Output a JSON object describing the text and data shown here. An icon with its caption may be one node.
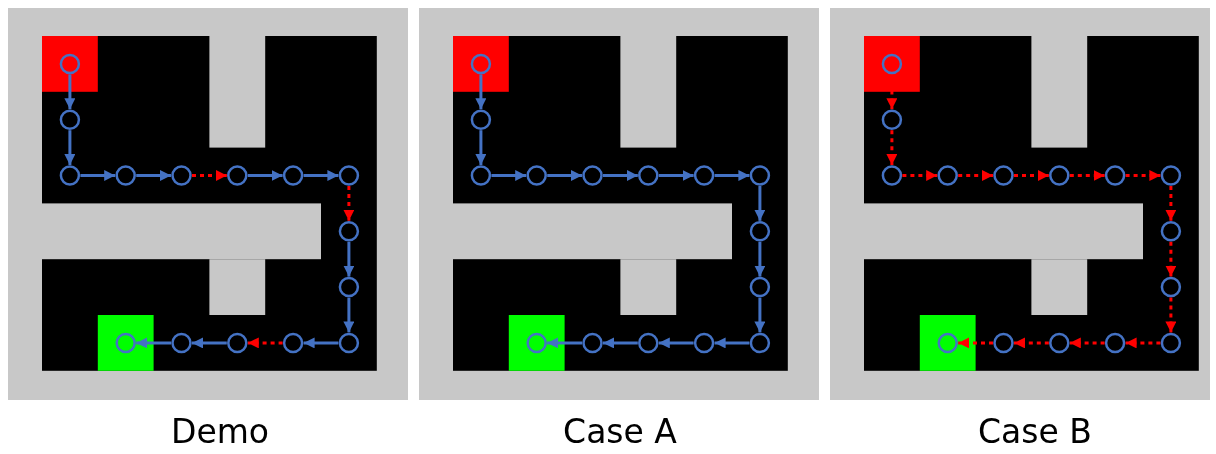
{
  "diagram": {
    "nodes": [
      {
        "text": [],
        "shape": "circle"
      },
      {
        "text": [],
        "shape": "circle"
      },
      {
        "text": [],
        "shape": "circle"
      },
      {
        "text": [],
        "shape": "circle"
      },
      {
        "text": [],
        "shape": "circle"
      },
      {
        "text": [],
        "shape": "circle"
      },
      {
        "text": [],
        "shape": "circle"
      },
      {
        "text": [],
        "shape": "circle"
      },
      {
        "text": [],
        "shape": "circle"
      },
      {
        "text": [],
        "shape": "circle"
      },
      {
        "text": [],
        "shape": "circle"
      },
      {
        "text": [],
        "shape": "circle"
      },
      {
        "text": [],
        "shape": "circle"
      },
      {
        "text": [],
        "shape": "circle"
      },
      {
        "text": [],
        "shape": "circle"
      },
      {
        "text": [],
        "shape": "circle"
      },
      {
        "text": [],
        "shape": "circle"
      },
      {
        "text": [],
        "shape": "circle"
      },
      {
        "text": [],
        "shape": "circle"
      },
      {
        "text": [],
        "shape": "circle"
      },
      {
        "text": [],
        "shape": "circle"
      },
      {
        "text": [],
        "shape": "circle"
      },
      {
        "text": [],
        "shape": "circle"
      },
      {
        "text": [],
        "shape": "circle"
      },
      {
        "text": [],
        "shape": "circle"
      },
      {
        "text": [],
        "shape": "circle"
      },
      {
        "text": [],
        "shape": "circle"
      },
      {
        "text": [],
        "shape": "circle"
      },
      {
        "text": [],
        "shape": "circle"
      },
      {
        "text": [],
        "shape": "circle"
      },
      {
        "text": [],
        "shape": "circle"
      },
      {
        "text": [],
        "shape": "circle"
      },
      {
        "text": [],
        "shape": "circle"
      },
      {
        "text": [],
        "shape": "circle"
      },
      {
        "text": [],
        "shape": "circle"
      },
      {
        "text": [],
        "shape": "circle"
      },
      {
        "text": [],
        "shape": "circle"
      },
      {
        "text": [],
        "shape": "circle"
      },
      {
        "text": [],
        "shape": "circle"
      },
      {
        "text": [],
        "shape": "circle"
      },
      {
        "text": [],
        "shape": "circle"
      },
      {
        "text": [],
        "shape": "circle"
      },
      {
        "text": [],
        "shape": "circle"
      },
      {
        "text": [],
        "shape": "circle"
      },
      {
        "text": [],
        "shape": "circle"
      }
    ],
    "edges": [
      {
        "from": 0,
        "to": 1,
        "arrow": "to"
      },
      {
        "from": 1,
        "to": 2,
        "arrow": "to"
      },
      {
        "from": 2,
        "to": 3,
        "arrow": "to"
      },
      {
        "from": 3,
        "to": 4,
        "arrow": "to"
      },
      {
        "from": 4,
        "to": 5,
        "arrow": "to",
        "style": "dashed",
        "color": "#ff0000"
      },
      {
        "from": 5,
        "to": 6,
        "arrow": "to"
      },
      {
        "from": 6,
        "to": 7,
        "arrow": "to"
      },
      {
        "from": 7,
        "to": 8,
        "arrow": "to",
        "style": "dashed",
        "color": "#ff0000"
      },
      {
        "from": 8,
        "to": 9,
        "arrow": "to"
      },
      {
        "from": 9,
        "to": 10,
        "arrow": "to"
      },
      {
        "from": 10,
        "to": 11,
        "arrow": "to"
      },
      {
        "from": 11,
        "to": 12,
        "arrow": "to",
        "style": "dashed",
        "color": "#ff0000"
      },
      {
        "from": 12,
        "to": 13,
        "arrow": "to"
      },
      {
        "from": 13,
        "to": 14,
        "arrow": "to"
      },
      {
        "from": 15,
        "to": 16,
        "arrow": "to"
      },
      {
        "from": 16,
        "to": 17,
        "arrow": "to"
      },
      {
        "from": 17,
        "to": 18,
        "arrow": "to"
      },
      {
        "from": 18,
        "to": 19,
        "arrow": "to"
      },
      {
        "from": 19,
        "to": 20,
        "arrow": "to"
      },
      {
        "from": 20,
        "to": 21,
        "arrow": "to"
      },
      {
        "from": 21,
        "to": 22,
        "arrow": "to"
      },
      {
        "from": 22,
        "to": 23,
        "arrow": "to"
      },
      {
        "from": 23,
        "to": 24,
        "arrow": "to"
      },
      {
        "from": 24,
        "to": 25,
        "arrow": "to"
      },
      {
        "from": 25,
        "to": 26,
        "arrow": "to"
      },
      {
        "from": 26,
        "to": 27,
        "arrow": "to"
      },
      {
        "from": 27,
        "to": 28,
        "arrow": "to"
      },
      {
        "from": 28,
        "to": 29,
        "arrow": "to"
      },
      {
        "from": 30,
        "to": 31,
        "arrow": "to",
        "style": "dashed",
        "color": "#ff0000"
      },
      {
        "from": 31,
        "to": 32,
        "arrow": "to",
        "style": "dashed",
        "color": "#ff0000"
      },
      {
        "from": 32,
        "to": 33,
        "arrow": "to",
        "style": "dashed",
        "color": "#ff0000"
      },
      {
        "from": 33,
        "to": 34,
        "arrow": "to",
        "style": "dashed",
        "color": "#ff0000"
      },
      {
        "from": 34,
        "to": 35,
        "arrow": "to",
        "style": "dashed",
        "color": "#ff0000"
      },
      {
        "from": 35,
        "to": 36,
        "arrow": "to",
        "style": "dashed",
        "color": "#ff0000"
      },
      {
        "from": 36,
        "to": 37,
        "arrow": "to",
        "style": "dashed",
        "color": "#ff0000"
      },
      {
        "from": 37,
        "to": 38,
        "arrow": "to",
        "style": "dashed",
        "color": "#ff0000"
      },
      {
        "from": 38,
        "to": 39,
        "arrow": "to",
        "style": "dashed",
        "color": "#ff0000"
      },
      {
        "from": 39,
        "to": 40,
        "arrow": "to",
        "style": "dashed",
        "color": "#ff0000"
      },
      {
        "from": 40,
        "to": 41,
        "arrow": "to",
        "style": "dashed",
        "color": "#ff0000"
      },
      {
        "from": 41,
        "to": 42,
        "arrow": "to",
        "style": "dashed",
        "color": "#ff0000"
      },
      {
        "from": 42,
        "to": 43,
        "arrow": "to",
        "style": "dashed",
        "color": "#ff0000"
      },
      {
        "from": 43,
        "to": 44,
        "arrow": "to",
        "style": "dashed",
        "color": "#ff0000"
      }
    ],
    "labels": [
      "Demo",
      "Case A",
      "Case B"
    ]
  }
}
